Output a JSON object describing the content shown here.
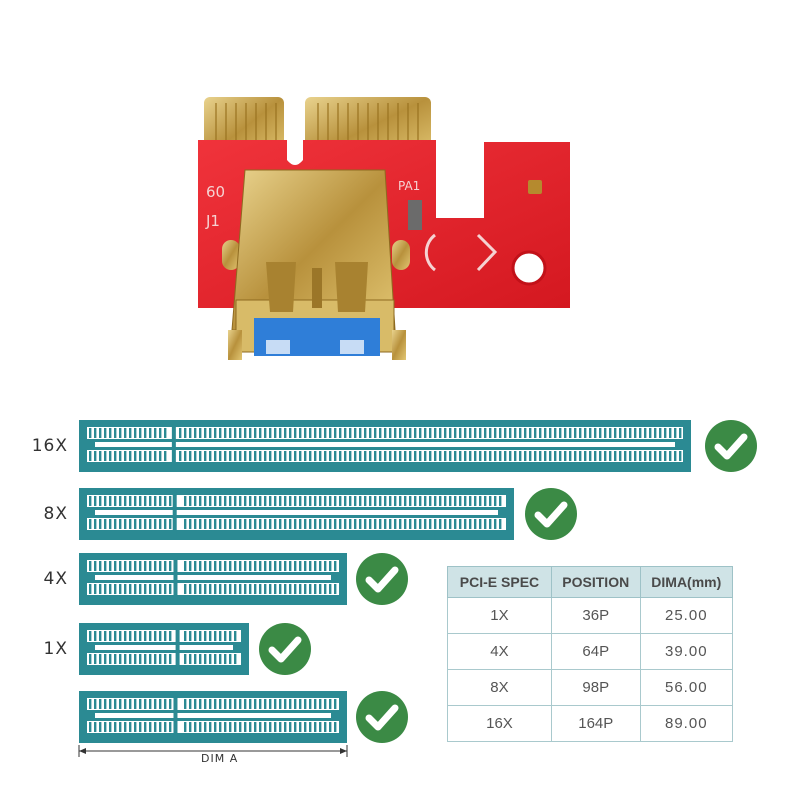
{
  "board": {
    "silkscreen": [
      "60",
      "J1",
      "PA1"
    ],
    "colors": {
      "pcb": "#e8202a",
      "gold": "#c9a84b",
      "usb_blue": "#2f7ed8"
    }
  },
  "slots": {
    "color": "#2b8a93",
    "check_color": "#3b8a45",
    "items": [
      {
        "label": "16X"
      },
      {
        "label": "8X"
      },
      {
        "label": "4X"
      },
      {
        "label": "1X"
      },
      {
        "label": ""
      }
    ],
    "dimension_label": "DIM A"
  },
  "spec_table": {
    "headers": [
      "PCI-E SPEC",
      "POSITION",
      "DIMA(mm)"
    ],
    "rows": [
      [
        "1X",
        "36P",
        "25.00"
      ],
      [
        "4X",
        "64P",
        "39.00"
      ],
      [
        "8X",
        "98P",
        "56.00"
      ],
      [
        "16X",
        "164P",
        "89.00"
      ]
    ]
  }
}
